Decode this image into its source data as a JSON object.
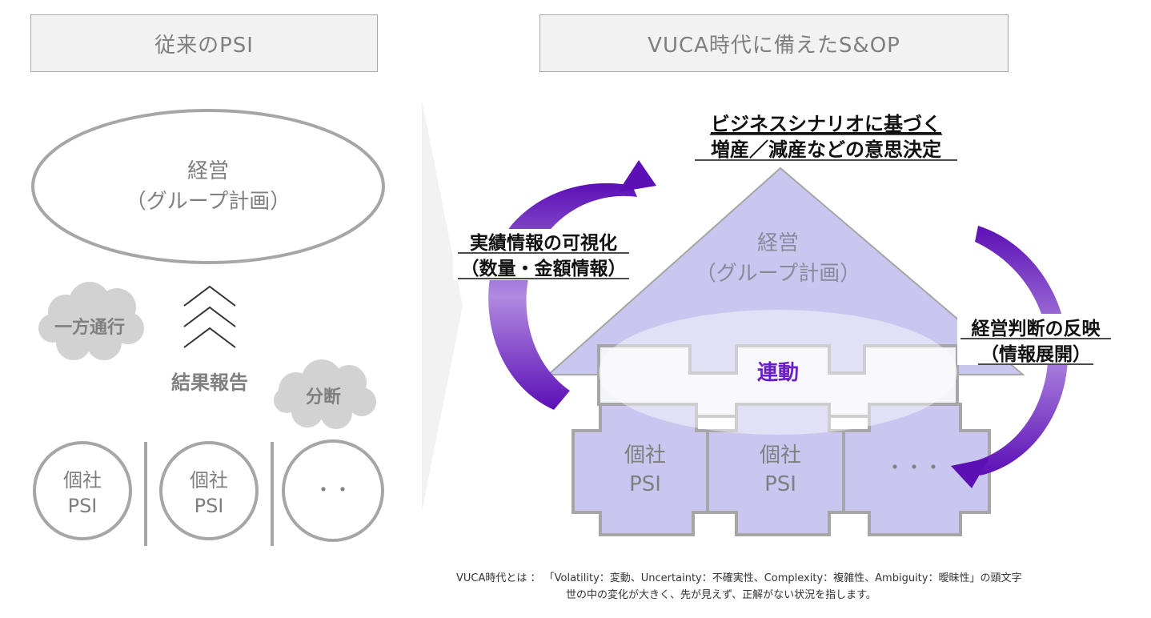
{
  "header": {
    "left_title": "従来のPSI",
    "right_title": "VUCA時代に備えたS&OP"
  },
  "left_panel": {
    "management_line1": "経営",
    "management_line2": "（グループ計画）",
    "cloud_one_way": "一方通行",
    "cloud_fragmented": "分断",
    "result_report": "結果報告",
    "circles": [
      {
        "line1": "個社",
        "line2": "PSI"
      },
      {
        "line1": "個社",
        "line2": "PSI"
      },
      {
        "line1": "・・",
        "line2": ""
      }
    ]
  },
  "right_panel": {
    "decision_line1": "ビジネスシナリオに基づく",
    "decision_line2": "増産／減産などの意思決定",
    "management_line1": "経営",
    "management_line2": "（グループ計画）",
    "visibility_line1": "実績情報の可視化",
    "visibility_line2": "（数量・金額情報）",
    "reflection_line1": "経営判断の反映",
    "reflection_line2": "（情報展開）",
    "linkage": "連動",
    "pieces": [
      {
        "line1": "個社",
        "line2": "PSI"
      },
      {
        "line1": "個社",
        "line2": "PSI"
      },
      {
        "line1": "・・・",
        "line2": ""
      }
    ]
  },
  "footnote": {
    "line1": "VUCA時代とは ： 「Volatility：変動、Uncertainty：不確実性、Complexity：複雑性、Ambiguity：曖昧性」の頭文字",
    "line2": "世の中の変化が大きく、先が見えず、正解がない状況を指します。"
  },
  "colors": {
    "arrow_purple": "#5b0fb5",
    "arrow_light": "#b08ae0",
    "pyramid_fill": "#c9c6ef",
    "outline_gray": "#a6a6a6",
    "linkage_text": "#6a1fc2"
  }
}
